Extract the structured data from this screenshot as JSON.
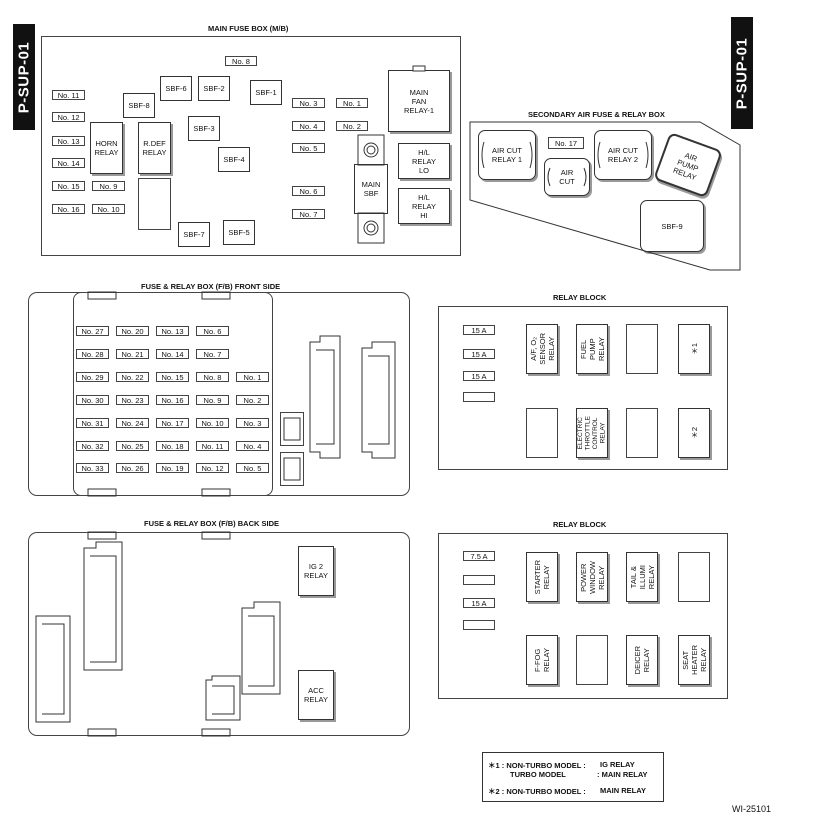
{
  "tags": {
    "left": "P-SUP-01",
    "right": "P-SUP-01",
    "figure_id": "WI-25101"
  },
  "main_fuse_box": {
    "title": "MAIN FUSE BOX (M/B)",
    "no8": "No. 8",
    "left_labels": [
      "No. 11",
      "No. 12",
      "No. 13",
      "No. 14",
      "No. 15",
      "No. 16"
    ],
    "mid_labels": [
      "No. 9",
      "No. 10"
    ],
    "right_labels": [
      "No. 3",
      "No. 1",
      "No. 4",
      "No. 2",
      "No. 5",
      "No. 6",
      "No. 7"
    ],
    "sbf": [
      "SBF-6",
      "SBF-2",
      "SBF-1",
      "SBF-8",
      "SBF-3",
      "SBF-4",
      "SBF-7",
      "SBF-5"
    ],
    "horn_relay": "HORN\nRELAY",
    "rdef_relay": "R.DEF\nRELAY",
    "main_fan_relay": "MAIN\nFAN\nRELAY-1",
    "hl_relay_lo": "H/L\nRELAY\nLO",
    "hl_relay_hi": "H/L\nRELAY\nHI",
    "main_sbf": "MAIN\nSBF"
  },
  "secondary_box": {
    "title": "SECONDARY AIR FUSE & RELAY BOX",
    "air_cut_relay_1": "AIR CUT\nRELAY 1",
    "no17": "No. 17",
    "air_cut": "AIR\nCUT",
    "air_cut_relay_2": "AIR CUT\nRELAY 2",
    "air_pump_relay": "AIR\nPUMP\nRELAY",
    "sbf9": "SBF-9"
  },
  "fb_front": {
    "title": "FUSE & RELAY BOX (F/B) FRONT SIDE",
    "rows": [
      [
        "No. 27",
        "No. 20",
        "No. 13",
        "No. 6",
        ""
      ],
      [
        "No. 28",
        "No. 21",
        "No. 14",
        "No. 7",
        ""
      ],
      [
        "No. 29",
        "No. 22",
        "No. 15",
        "No. 8",
        "No. 1"
      ],
      [
        "No. 30",
        "No. 23",
        "No. 16",
        "No. 9",
        "No. 2"
      ],
      [
        "No. 31",
        "No. 24",
        "No. 17",
        "No. 10",
        "No. 3"
      ],
      [
        "No. 32",
        "No. 25",
        "No. 18",
        "No. 11",
        "No. 4"
      ],
      [
        "No. 33",
        "No. 26",
        "No. 19",
        "No. 12",
        "No. 5"
      ]
    ]
  },
  "relay_block_1": {
    "title": "RELAY BLOCK",
    "fuses": [
      "15 A",
      "15 A",
      "15 A"
    ],
    "af_sensor": "A/F, O₂\nSENSOR\nRELAY",
    "fuel_pump": "FUEL\nPUMP\nRELAY",
    "star1": "＊1",
    "electric_throttle": "ELECTRIC\nTHROTTLE\nCONTROL\nRELAY",
    "star2": "＊2"
  },
  "fb_back": {
    "title": "FUSE & RELAY BOX (F/B) BACK SIDE",
    "ig2_relay": "IG 2\nRELAY",
    "acc_relay": "ACC\nRELAY"
  },
  "relay_block_2": {
    "title": "RELAY BLOCK",
    "fuses": [
      "7.5 A",
      "15 A"
    ],
    "starter": "STARTER\nRELAY",
    "power_window": "POWER\nWINDOW\nRELAY",
    "tail_illumi": "TAIL &\nILLUMI\nRELAY",
    "ffog": "F-FOG\nRELAY",
    "deicer": "DEICER\nRELAY",
    "seat_heater": "SEAT\nHEATER\nRELAY"
  },
  "notes": {
    "n1_key": "＊1 : NON-TURBO MODEL :",
    "n1_val": "IG RELAY",
    "n1b_key": "TURBO MODEL",
    "n1b_val": ": MAIN RELAY",
    "n2_key": "＊2 : NON-TURBO MODEL :",
    "n2_val": "MAIN RELAY"
  }
}
